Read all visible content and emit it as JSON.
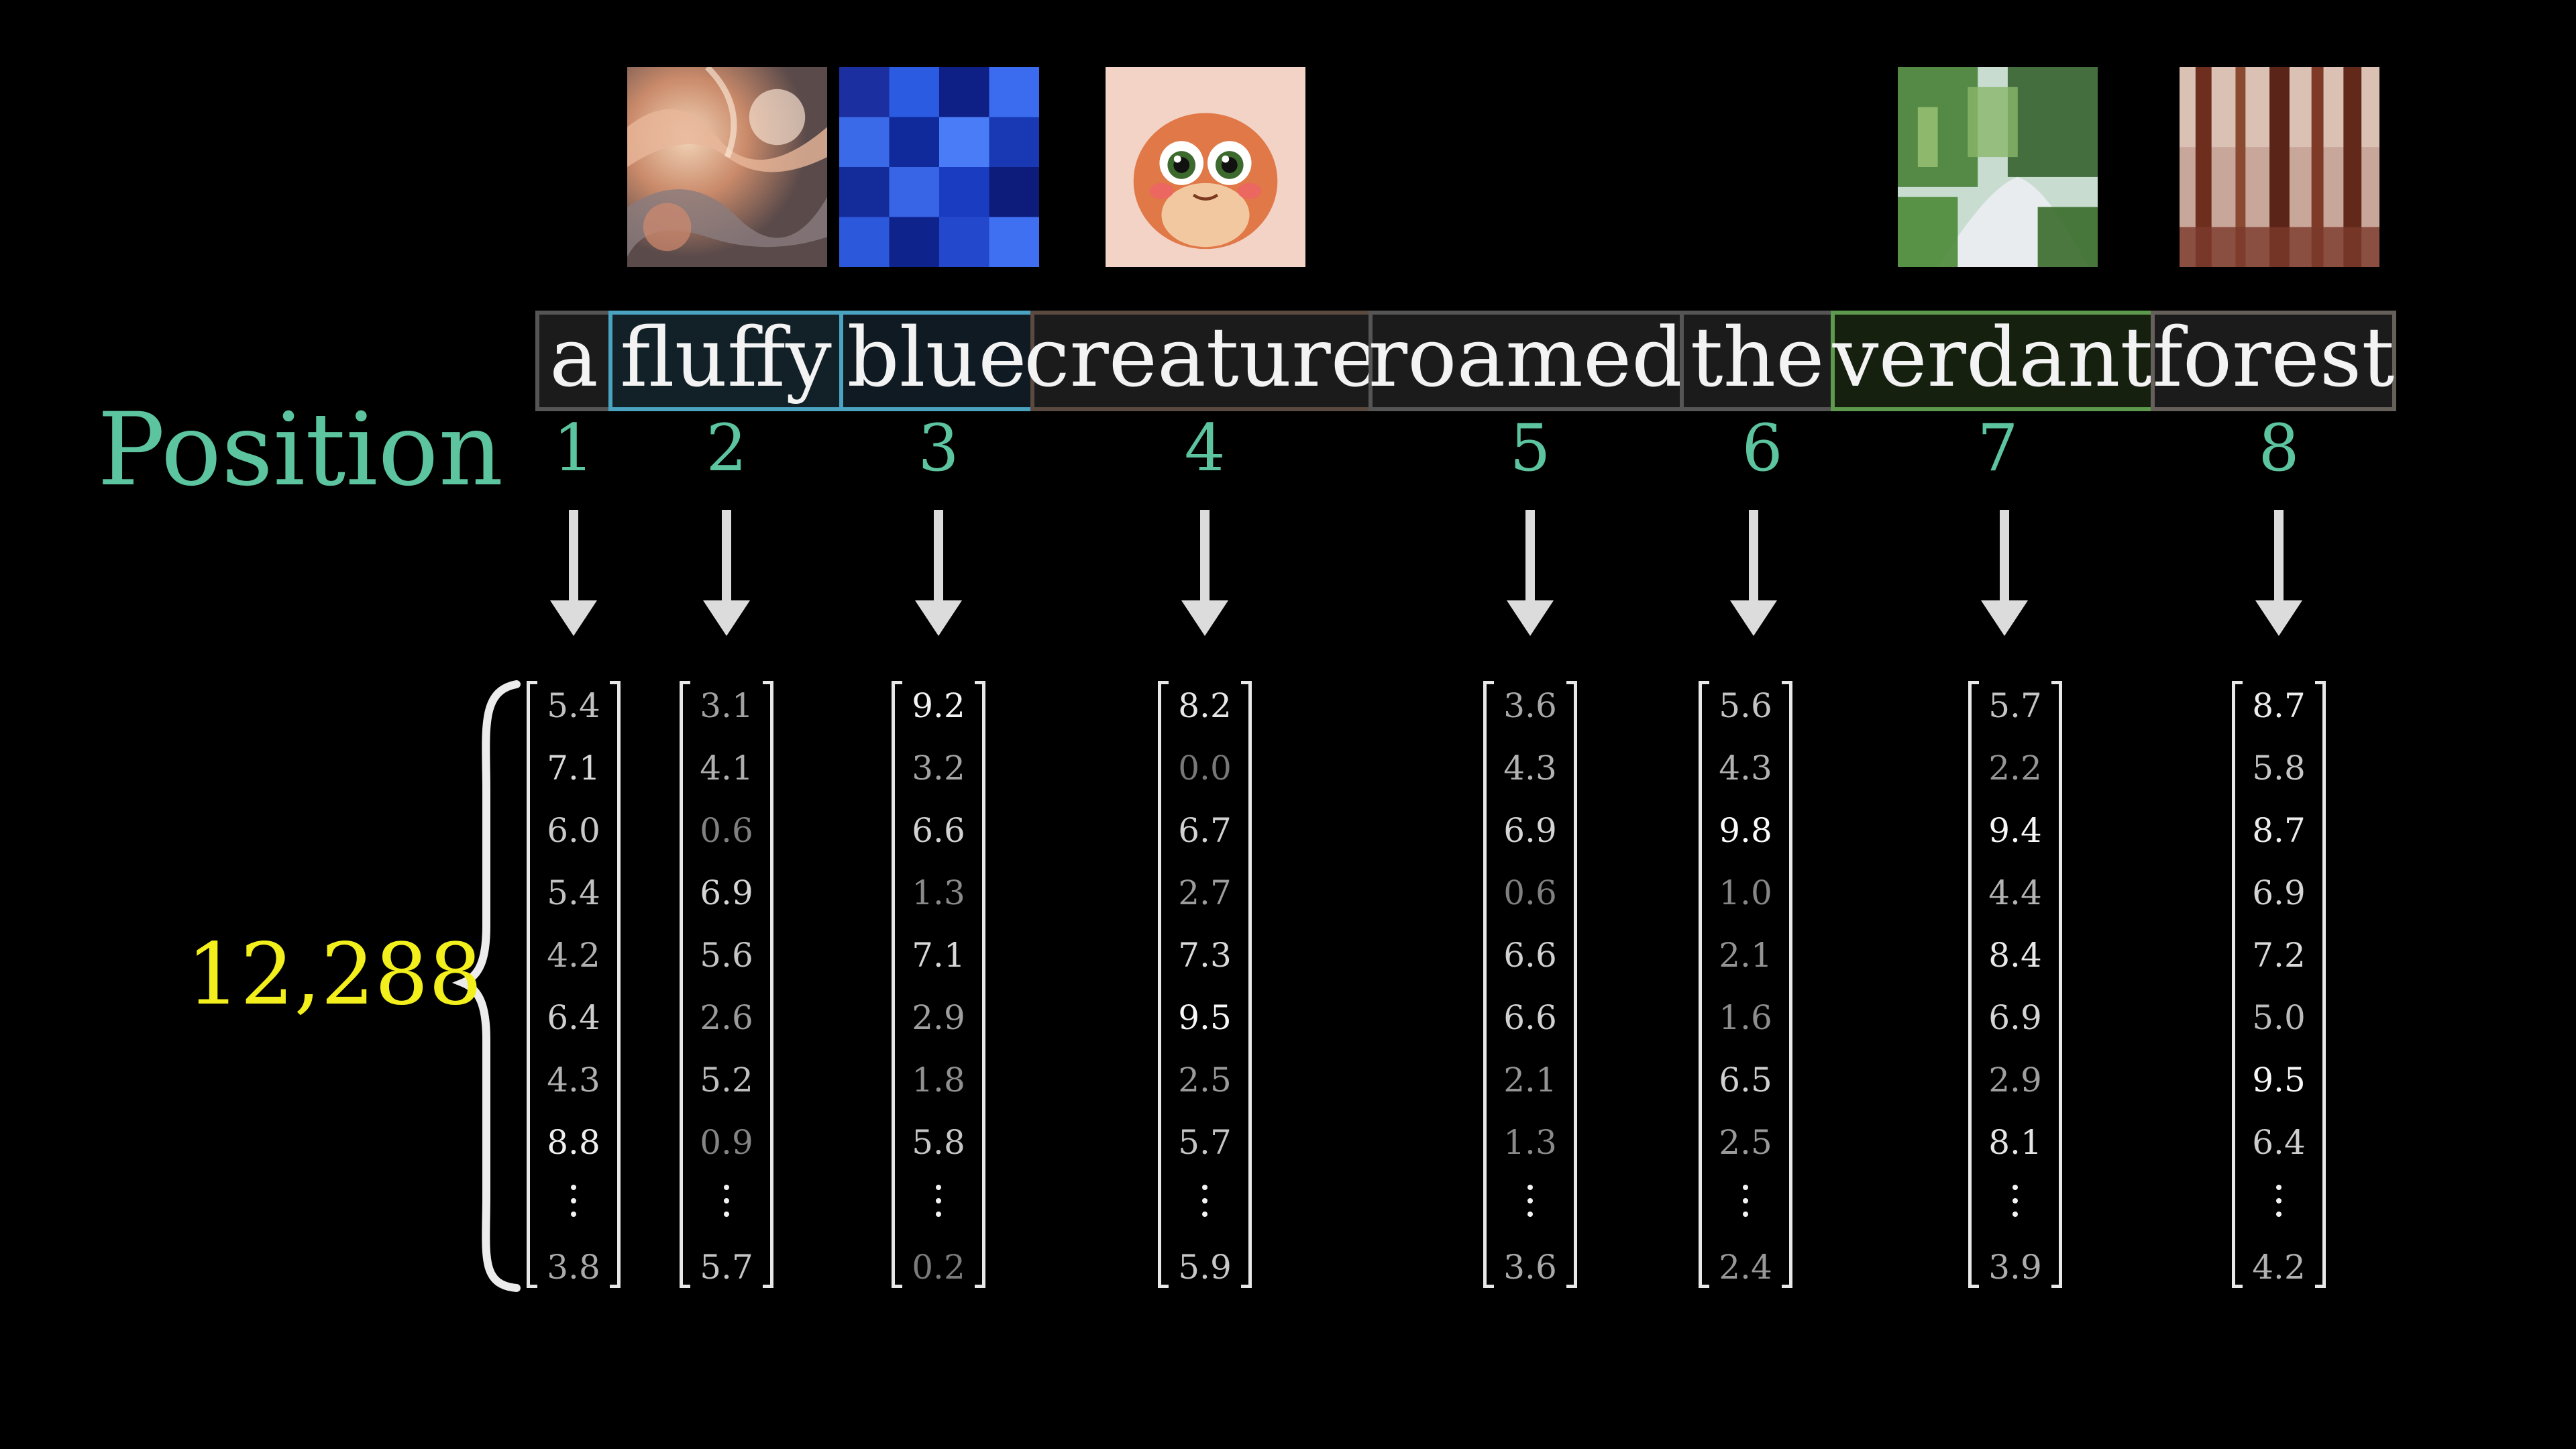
{
  "position_label": "Position",
  "dimension_label": "12,288",
  "colors": {
    "position_text": "#5dc4a0",
    "dimension_text": "#f2ef1c",
    "token_bg": "#1b1b1b",
    "token_border": "#555555"
  },
  "images": [
    {
      "name": "fluffy-texture-image",
      "depicts": "swirling fluffy texture"
    },
    {
      "name": "blue-mosaic-image",
      "depicts": "blue pixel mosaic"
    },
    {
      "name": "creature-image",
      "depicts": "cute orange creature"
    },
    {
      "name": "verdant-landscape-image",
      "depicts": "green watercolor landscape"
    },
    {
      "name": "forest-image",
      "depicts": "brown forest trees"
    }
  ],
  "tokens": [
    {
      "text": "a",
      "border": "#555555",
      "bg": "#1b1b1b"
    },
    {
      "text": "fluffy",
      "border": "#4aa3c0",
      "bg": "#122028"
    },
    {
      "text": "blue",
      "border": "#4aa3c0",
      "bg": "#0f1a22"
    },
    {
      "text": "creature",
      "border": "#5a4a40",
      "bg": "#1b1b1b"
    },
    {
      "text": "roamed",
      "border": "#555555",
      "bg": "#1b1b1b"
    },
    {
      "text": "the",
      "border": "#555555",
      "bg": "#1b1b1b"
    },
    {
      "text": "verdant",
      "border": "#5d9a4e",
      "bg": "#15200f"
    },
    {
      "text": "forest",
      "border": "#66605a",
      "bg": "#1b1b1b"
    }
  ],
  "positions": [
    "1",
    "2",
    "3",
    "4",
    "5",
    "6",
    "7",
    "8"
  ],
  "vectors": [
    {
      "entries": [
        "5.4",
        "7.1",
        "6.0",
        "5.4",
        "4.2",
        "6.4",
        "4.3",
        "8.8"
      ],
      "last": "3.8"
    },
    {
      "entries": [
        "3.1",
        "4.1",
        "0.6",
        "6.9",
        "5.6",
        "2.6",
        "5.2",
        "0.9"
      ],
      "last": "5.7"
    },
    {
      "entries": [
        "9.2",
        "3.2",
        "6.6",
        "1.3",
        "7.1",
        "2.9",
        "1.8",
        "5.8"
      ],
      "last": "0.2"
    },
    {
      "entries": [
        "8.2",
        "0.0",
        "6.7",
        "2.7",
        "7.3",
        "9.5",
        "2.5",
        "5.7"
      ],
      "last": "5.9"
    },
    {
      "entries": [
        "3.6",
        "4.3",
        "6.9",
        "0.6",
        "6.6",
        "6.6",
        "2.1",
        "1.3"
      ],
      "last": "3.6"
    },
    {
      "entries": [
        "5.6",
        "4.3",
        "9.8",
        "1.0",
        "2.1",
        "1.6",
        "6.5",
        "2.5"
      ],
      "last": "2.4"
    },
    {
      "entries": [
        "5.7",
        "2.2",
        "9.4",
        "4.4",
        "8.4",
        "6.9",
        "2.9",
        "8.1"
      ],
      "last": "3.9"
    },
    {
      "entries": [
        "8.7",
        "5.8",
        "8.7",
        "6.9",
        "7.2",
        "5.0",
        "9.5",
        "6.4"
      ],
      "last": "4.2"
    }
  ]
}
